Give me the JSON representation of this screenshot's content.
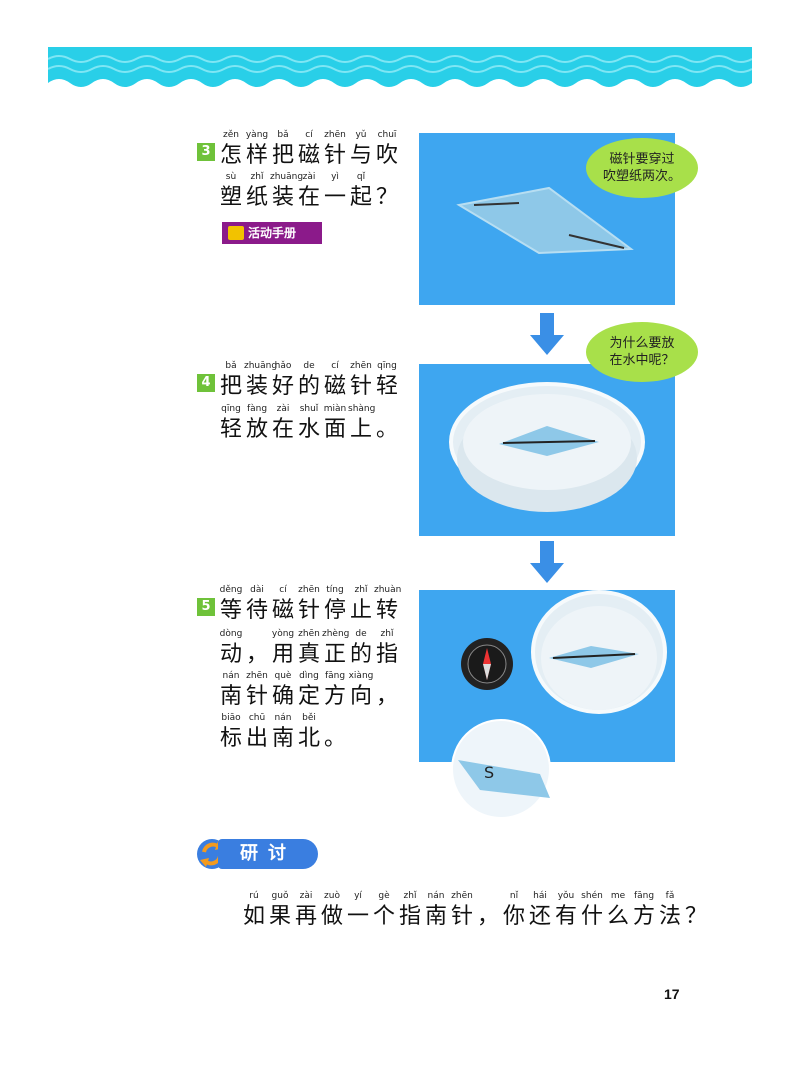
{
  "steps": [
    {
      "number": "3",
      "lines": [
        {
          "pinyin": [
            "zěn",
            "yàng",
            "bǎ",
            "cí",
            "zhēn",
            "yǔ",
            "chuī"
          ],
          "hanzi": [
            "怎",
            "样",
            "把",
            "磁",
            "针",
            "与",
            "吹"
          ]
        },
        {
          "pinyin": [
            "sù",
            "zhǐ",
            "zhuāng",
            "zài",
            "yì",
            "qǐ"
          ],
          "hanzi": [
            "塑",
            "纸",
            "装",
            "在",
            "一",
            "起",
            "？"
          ]
        }
      ],
      "handbook_label": "活动手册",
      "bubble": "磁针要穿过\n吹塑纸两次。"
    },
    {
      "number": "4",
      "lines": [
        {
          "pinyin": [
            "bǎ",
            "zhuāng",
            "hǎo",
            "de",
            "cí",
            "zhēn",
            "qīng"
          ],
          "hanzi": [
            "把",
            "装",
            "好",
            "的",
            "磁",
            "针",
            "轻"
          ]
        },
        {
          "pinyin": [
            "qīng",
            "fàng",
            "zài",
            "shuǐ",
            "miàn",
            "shàng"
          ],
          "hanzi": [
            "轻",
            "放",
            "在",
            "水",
            "面",
            "上",
            "。"
          ]
        }
      ],
      "bubble": "为什么要放\n在水中呢？"
    },
    {
      "number": "5",
      "lines": [
        {
          "pinyin": [
            "děng",
            "dài",
            "cí",
            "zhēn",
            "tíng",
            "zhǐ",
            "zhuàn"
          ],
          "hanzi": [
            "等",
            "待",
            "磁",
            "针",
            "停",
            "止",
            "转"
          ]
        },
        {
          "pinyin": [
            "dòng",
            "",
            "yòng",
            "zhēn",
            "zhèng",
            "de",
            "zhǐ"
          ],
          "hanzi": [
            "动",
            "，",
            "用",
            "真",
            "正",
            "的",
            "指"
          ]
        },
        {
          "pinyin": [
            "nán",
            "zhēn",
            "què",
            "dìng",
            "fāng",
            "xiàng"
          ],
          "hanzi": [
            "南",
            "针",
            "确",
            "定",
            "方",
            "向",
            "，"
          ]
        },
        {
          "pinyin": [
            "biāo",
            "chū",
            "nán",
            "běi"
          ],
          "hanzi": [
            "标",
            "出",
            "南",
            "北",
            "。"
          ]
        }
      ]
    }
  ],
  "discussion": {
    "label": "研讨",
    "pinyin": [
      "rú",
      "guǒ",
      "zài",
      "zuò",
      "yí",
      "gè",
      "zhǐ",
      "nán",
      "zhēn",
      "",
      "nǐ",
      "hái",
      "yǒu",
      "shén",
      "me",
      "fāng",
      "fǎ",
      ""
    ],
    "hanzi": [
      "如",
      "果",
      "再",
      "做",
      "一",
      "个",
      "指",
      "南",
      "针",
      "，",
      "你",
      "还",
      "有",
      "什",
      "么",
      "方",
      "法",
      "？"
    ]
  },
  "page_number": "17",
  "colors": {
    "banner": "#29cfe8",
    "photo_bg": "#3ea6f0",
    "bubble": "#a8e04a",
    "step_number": "#6fc23a",
    "handbook": "#8b1a8a",
    "discuss": "#3a7ee0"
  }
}
